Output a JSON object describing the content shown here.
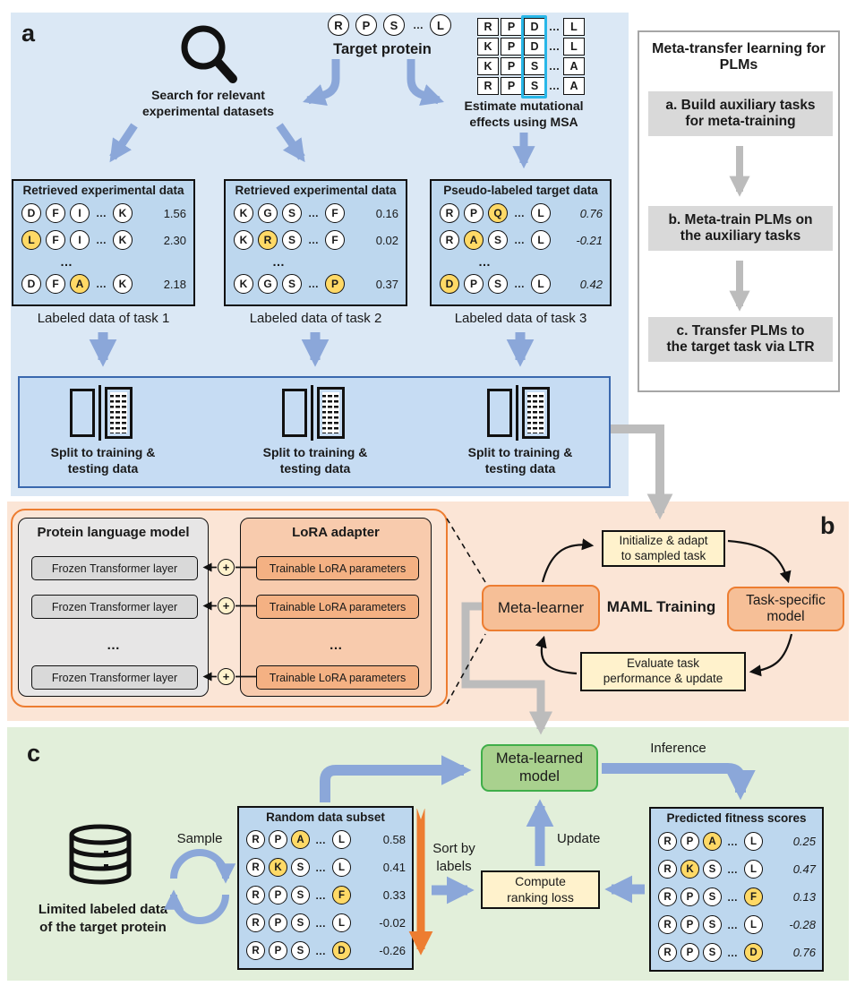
{
  "colors": {
    "panel_a_bg": "#dbe8f5",
    "task_box_bg": "#bdd7ee",
    "split_box_bg": "#c6dcf3",
    "split_box_border": "#3a68ae",
    "yellow_highlight": "#ffd966",
    "msa_highlight": "#29b7e8",
    "blue_arrow": "#8ba7d9",
    "gray_arrow": "#bcbcbc",
    "sidebar_step_bg": "#d9d9d9",
    "panel_b_bg": "#fbe5d6",
    "orange_border": "#ed7d31",
    "lora_bg": "#f8cbad",
    "trainable_bg": "#f4b183",
    "plm_bg": "#e7e6e6",
    "frozen_bg": "#d9d9d9",
    "cream_box_bg": "#fff2cc",
    "meta_learner_bg": "#f6bf97",
    "panel_c_bg": "#e2efda",
    "green_box_bg": "#a9d18e",
    "green_box_border": "#3fae49",
    "orange_arrow": "#ed7d31"
  },
  "panel_a": {
    "label": "a",
    "search_caption": "Search for relevant\nexperimental datasets",
    "target": {
      "label": "Target protein",
      "seq": [
        "R",
        "P",
        "S",
        "…",
        "L"
      ]
    },
    "msa": {
      "caption": "Estimate mutational\neffects using MSA",
      "rows": [
        [
          "R",
          "P",
          "D",
          "…",
          "L"
        ],
        [
          "K",
          "P",
          "D",
          "…",
          "L"
        ],
        [
          "K",
          "P",
          "S",
          "…",
          "A"
        ],
        [
          "R",
          "P",
          "S",
          "…",
          "A"
        ]
      ],
      "highlighted_column": 2
    },
    "boxes": [
      {
        "title": "Retrieved experimental data",
        "rows": [
          {
            "cells": [
              "D",
              "F",
              "I",
              "…",
              "K"
            ],
            "value": "1.56",
            "hl": -1
          },
          {
            "cells": [
              "L",
              "F",
              "I",
              "…",
              "K"
            ],
            "value": "2.30",
            "hl": 0
          },
          {
            "cells": [
              "D",
              "F",
              "A",
              "…",
              "K"
            ],
            "value": "2.18",
            "hl": 2
          }
        ],
        "ellipsis": "…",
        "caption": "Labeled data of task 1"
      },
      {
        "title": "Retrieved experimental data",
        "rows": [
          {
            "cells": [
              "K",
              "G",
              "S",
              "…",
              "F"
            ],
            "value": "0.16",
            "hl": -1
          },
          {
            "cells": [
              "K",
              "R",
              "S",
              "…",
              "F"
            ],
            "value": "0.02",
            "hl": 1
          },
          {
            "cells": [
              "K",
              "G",
              "S",
              "…",
              "P"
            ],
            "value": "0.37",
            "hl": 4
          }
        ],
        "ellipsis": "…",
        "caption": "Labeled data of task 2"
      },
      {
        "title": "Pseudo-labeled target data",
        "rows": [
          {
            "cells": [
              "R",
              "P",
              "Q",
              "…",
              "L"
            ],
            "value": "0.76",
            "hl": 2
          },
          {
            "cells": [
              "R",
              "A",
              "S",
              "…",
              "L"
            ],
            "value": "-0.21",
            "hl": 1
          },
          {
            "cells": [
              "D",
              "P",
              "S",
              "…",
              "L"
            ],
            "value": "0.42",
            "hl": 0
          }
        ],
        "ellipsis": "…",
        "caption": "Labeled data of task 3"
      }
    ],
    "split_captions": [
      "Split to training &\ntesting data",
      "Split to training &\ntesting data",
      "Split to training &\ntesting data"
    ]
  },
  "sidebar": {
    "title": "Meta-transfer learning for\nPLMs",
    "steps": [
      {
        "label": "a. Build auxiliary tasks\nfor meta-training"
      },
      {
        "label": "b. Meta-train PLMs on\nthe auxiliary tasks"
      },
      {
        "label": "c. Transfer PLMs to\nthe target task via LTR"
      }
    ]
  },
  "panel_b": {
    "label": "b",
    "plm": {
      "title": "Protein language model",
      "layers": [
        "Frozen Transformer layer",
        "Frozen Transformer layer",
        "Frozen Transformer layer"
      ],
      "ellipsis": "…"
    },
    "lora": {
      "title": "LoRA adapter",
      "layers": [
        "Trainable LoRA parameters",
        "Trainable LoRA parameters",
        "Trainable LoRA parameters"
      ],
      "ellipsis": "…"
    },
    "plus": "+",
    "init_box": "Initialize & adapt\nto sampled task",
    "meta_learner": "Meta-learner",
    "maml": "MAML Training",
    "task_model": "Task-specific\nmodel",
    "eval_box": "Evaluate task\nperformance & update"
  },
  "panel_c": {
    "label": "c",
    "db_caption": "Limited labeled data\nof the target protein",
    "sample": "Sample",
    "random": {
      "title": "Random data subset",
      "rows": [
        {
          "cells": [
            "R",
            "P",
            "A",
            "…",
            "L"
          ],
          "value": "0.58",
          "hl": 2
        },
        {
          "cells": [
            "R",
            "K",
            "S",
            "…",
            "L"
          ],
          "value": "0.41",
          "hl": 1
        },
        {
          "cells": [
            "R",
            "P",
            "S",
            "…",
            "F"
          ],
          "value": "0.33",
          "hl": 4
        },
        {
          "cells": [
            "R",
            "P",
            "S",
            "…",
            "L"
          ],
          "value": "-0.02",
          "hl": -1
        },
        {
          "cells": [
            "R",
            "P",
            "S",
            "…",
            "D"
          ],
          "value": "-0.26",
          "hl": 4
        }
      ]
    },
    "sort": "Sort by\nlabels",
    "compute": "Compute\nranking loss",
    "model": "Meta-learned\nmodel",
    "update": "Update",
    "inference": "Inference",
    "predicted": {
      "title": "Predicted fitness scores",
      "rows": [
        {
          "cells": [
            "R",
            "P",
            "A",
            "…",
            "L"
          ],
          "value": "0.25",
          "hl": 2
        },
        {
          "cells": [
            "R",
            "K",
            "S",
            "…",
            "L"
          ],
          "value": "0.47",
          "hl": 1
        },
        {
          "cells": [
            "R",
            "P",
            "S",
            "…",
            "F"
          ],
          "value": "0.13",
          "hl": 4
        },
        {
          "cells": [
            "R",
            "P",
            "S",
            "…",
            "L"
          ],
          "value": "-0.28",
          "hl": -1
        },
        {
          "cells": [
            "R",
            "P",
            "S",
            "…",
            "D"
          ],
          "value": "0.76",
          "hl": 4
        }
      ]
    }
  }
}
